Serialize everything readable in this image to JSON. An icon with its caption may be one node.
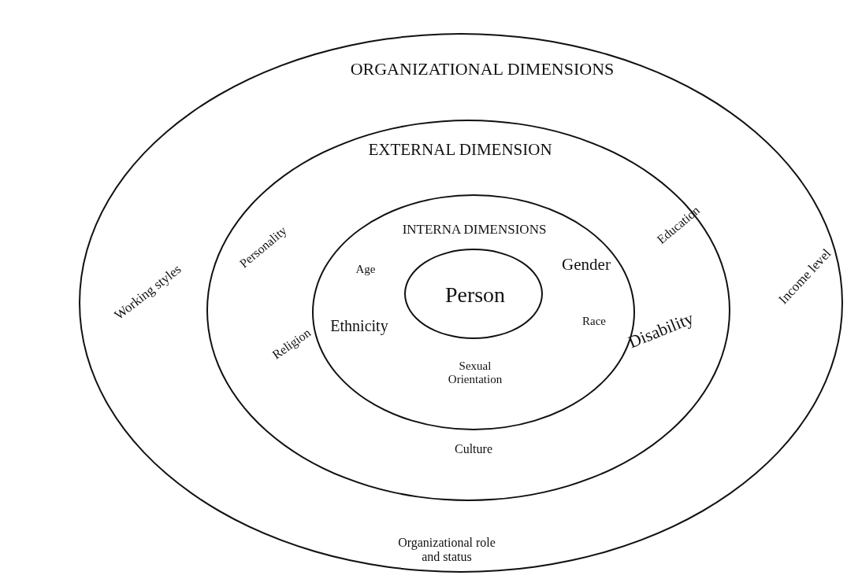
{
  "diagram": {
    "nodes": [
      {
        "text": [
          "ORGANIZATIONAL DIMENSIONS",
          "Working styles",
          "Income level",
          "Organizational role and status"
        ]
      },
      {
        "text": [
          "EXTERNAL DIMENSION",
          "Personality",
          "Education",
          "Religion",
          "Disability",
          "Culture"
        ],
        "in": 0
      },
      {
        "text": [
          "INTERNA DIMENSIONS",
          "Age",
          "Gender",
          "Ethnicity",
          "Race",
          "Sexual Orientation"
        ],
        "in": 1
      },
      {
        "text": [
          "Person"
        ],
        "in": 2
      }
    ],
    "edges": []
  }
}
